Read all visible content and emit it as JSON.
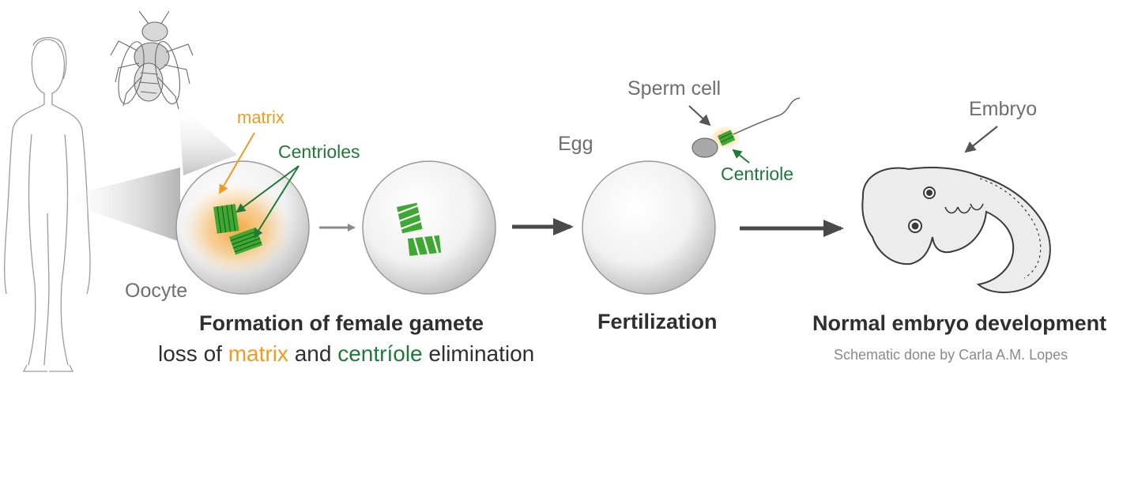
{
  "labels": {
    "matrix": "matrix",
    "centrioles": "Centrioles",
    "oocyte": "Oocyte",
    "egg": "Egg",
    "sperm_cell": "Sperm cell",
    "centriole": "Centriole",
    "embryo": "Embryo"
  },
  "captions": {
    "formation": "Formation of female gamete",
    "subtitle_part1": "loss of ",
    "subtitle_matrix": "matrix",
    "subtitle_part2": " and ",
    "subtitle_centriole": "centríole",
    "subtitle_part3": " elimination",
    "fertilization": "Fertilization",
    "normal": "Normal embryo development",
    "credit": "Schematic done by Carla A.M. Lopes"
  },
  "colors": {
    "matrix_orange": "#f29a1f",
    "centriole_green": "#1f7a3a",
    "centriole_fill": "#3ea832",
    "label_gray": "#6f6f6f",
    "caption_dark": "#2f2f2f",
    "arrow_gray": "#4a4a4a"
  },
  "icons": {
    "human": "human-silhouette-icon",
    "fly": "fruit-fly-icon",
    "embryo": "embryo-drawing-icon"
  }
}
